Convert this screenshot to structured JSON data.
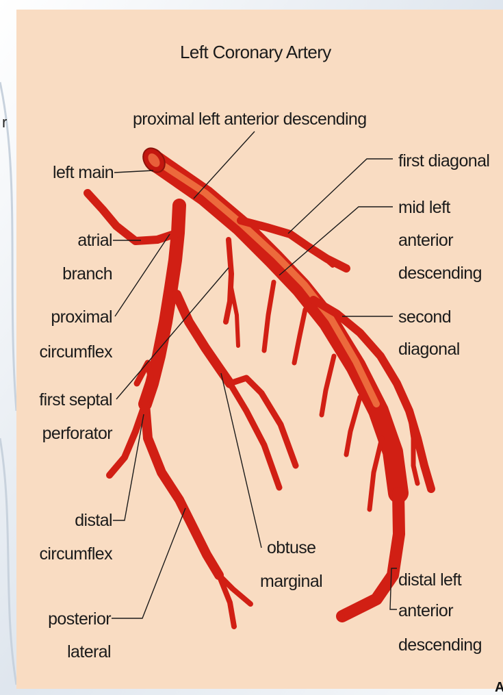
{
  "title": "Left Coronary Artery",
  "labels": {
    "proximal_lad": "proximal left anterior descending",
    "left_main": "left main",
    "first_diagonal": "first diagonal",
    "atrial_branch": [
      "atrial",
      "branch"
    ],
    "mid_lad": [
      "mid left",
      "anterior",
      "descending"
    ],
    "proximal_circumflex": [
      "proximal",
      "circumflex"
    ],
    "second_diagonal": [
      "second",
      "diagonal"
    ],
    "first_septal": [
      "first septal",
      "perforator"
    ],
    "distal_circumflex": [
      "distal",
      "circumflex"
    ],
    "obtuse_marginal": [
      "obtuse",
      "marginal"
    ],
    "distal_lad": [
      "distal left",
      "anterior",
      "descending"
    ],
    "posterior_lateral": [
      "posterior",
      "lateral"
    ]
  },
  "corner_mark": "A",
  "edge_mark": "r",
  "colors": {
    "panel": "#f9dcc2",
    "vessel": "#d11f14",
    "vessel_highlight": "#ec6a3c",
    "text": "#1b1b1b"
  }
}
